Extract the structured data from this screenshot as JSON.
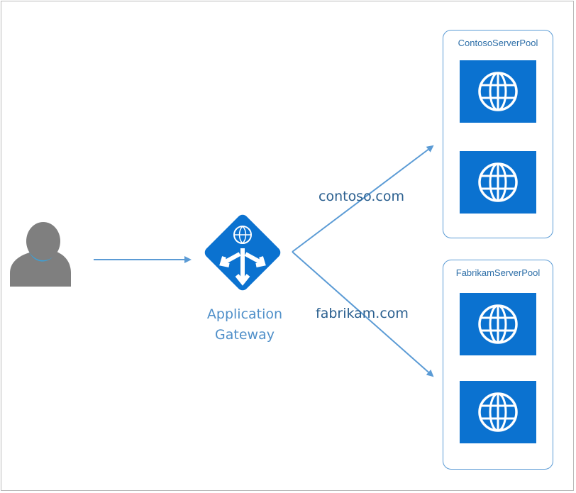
{
  "gateway": {
    "label_line1": "Application",
    "label_line2": "Gateway",
    "icon": "application-gateway-icon"
  },
  "user": {
    "icon": "user-icon"
  },
  "routes": [
    {
      "label": "contoso.com",
      "target_pool": "ContosoServerPool"
    },
    {
      "label": "fabrikam.com",
      "target_pool": "FabrikamServerPool"
    }
  ],
  "pools": [
    {
      "name": "ContosoServerPool",
      "servers": [
        "globe-icon",
        "globe-icon"
      ]
    },
    {
      "name": "FabrikamServerPool",
      "servers": [
        "globe-icon",
        "globe-icon"
      ]
    }
  ],
  "colors": {
    "arrow": "#5b9bd5",
    "server_tile": "#0b72d0",
    "gateway": "#0b72d0",
    "user": "#7f7f7f",
    "user_scarf": "#3aa0d8"
  }
}
